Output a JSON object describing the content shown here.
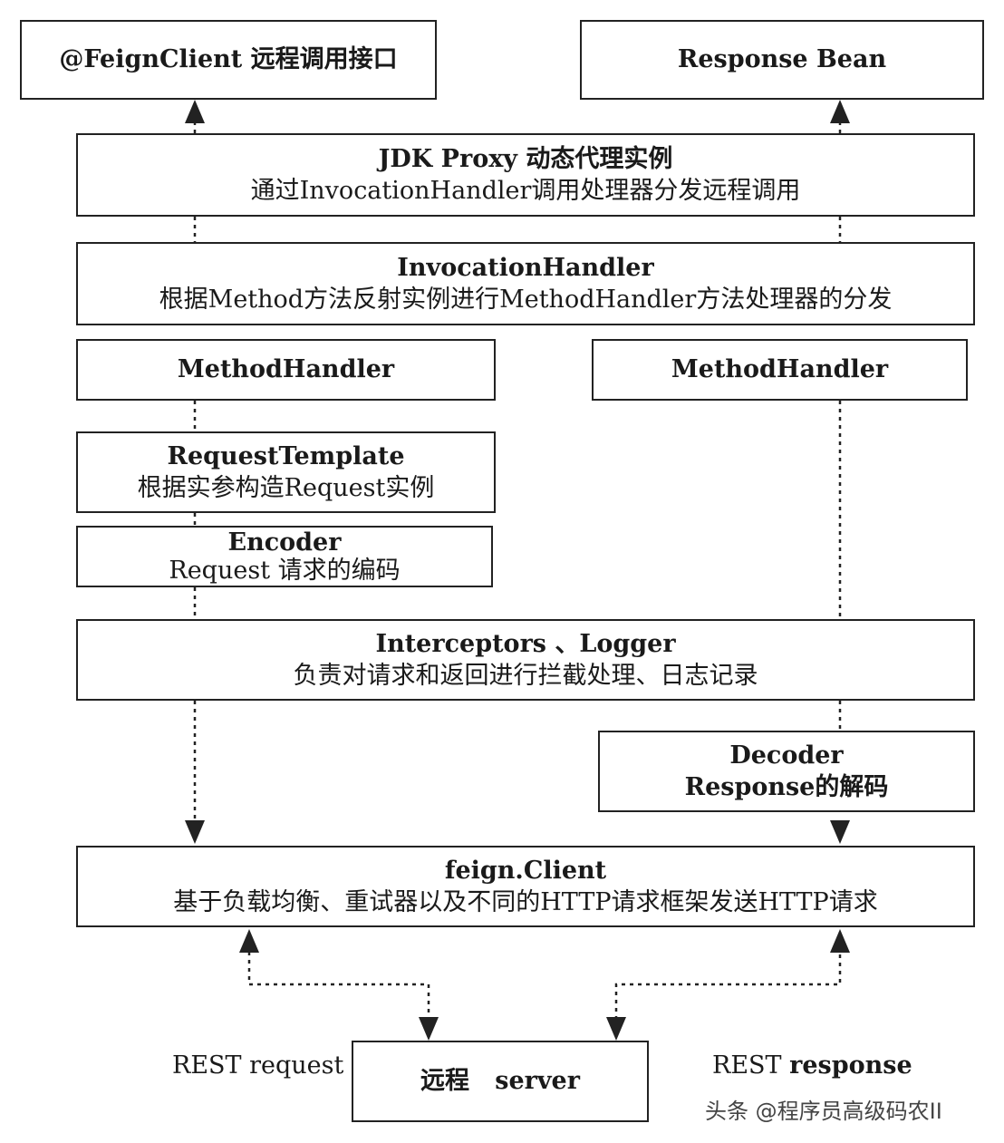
{
  "boxes": {
    "feign_client_interface": {
      "title": "@FeignClient 远程调用接口"
    },
    "response_bean": {
      "title": "Response Bean"
    },
    "jdk_proxy": {
      "title": "JDK Proxy 动态代理实例",
      "subtitle": "通过InvocationHandler调用处理器分发远程调用"
    },
    "invocation_handler": {
      "title": "InvocationHandler",
      "subtitle": "根据Method方法反射实例进行MethodHandler方法处理器的分发"
    },
    "method_handler_left": {
      "title": "MethodHandler"
    },
    "method_handler_right": {
      "title": "MethodHandler"
    },
    "request_template": {
      "title": "RequestTemplate",
      "subtitle": "根据实参构造Request实例"
    },
    "encoder": {
      "title": "Encoder",
      "subtitle": "Request 请求的编码"
    },
    "interceptors_logger": {
      "title": "Interceptors 、Logger",
      "subtitle": "负责对请求和返回进行拦截处理、日志记录"
    },
    "decoder": {
      "title": "Decoder",
      "subtitle": "Response的解码"
    },
    "feign_client": {
      "title": "feign.Client",
      "subtitle": "基于负载均衡、重试器以及不同的HTTP请求框架发送HTTP请求"
    },
    "remote_server": {
      "title": "远程   server"
    }
  },
  "labels": {
    "rest_request": "REST request",
    "rest_response_prefix": "REST ",
    "rest_response_bold": "response"
  },
  "watermark": "头条 @程序员高级码农II",
  "colors": {
    "line": "#222222",
    "background": "#ffffff"
  }
}
